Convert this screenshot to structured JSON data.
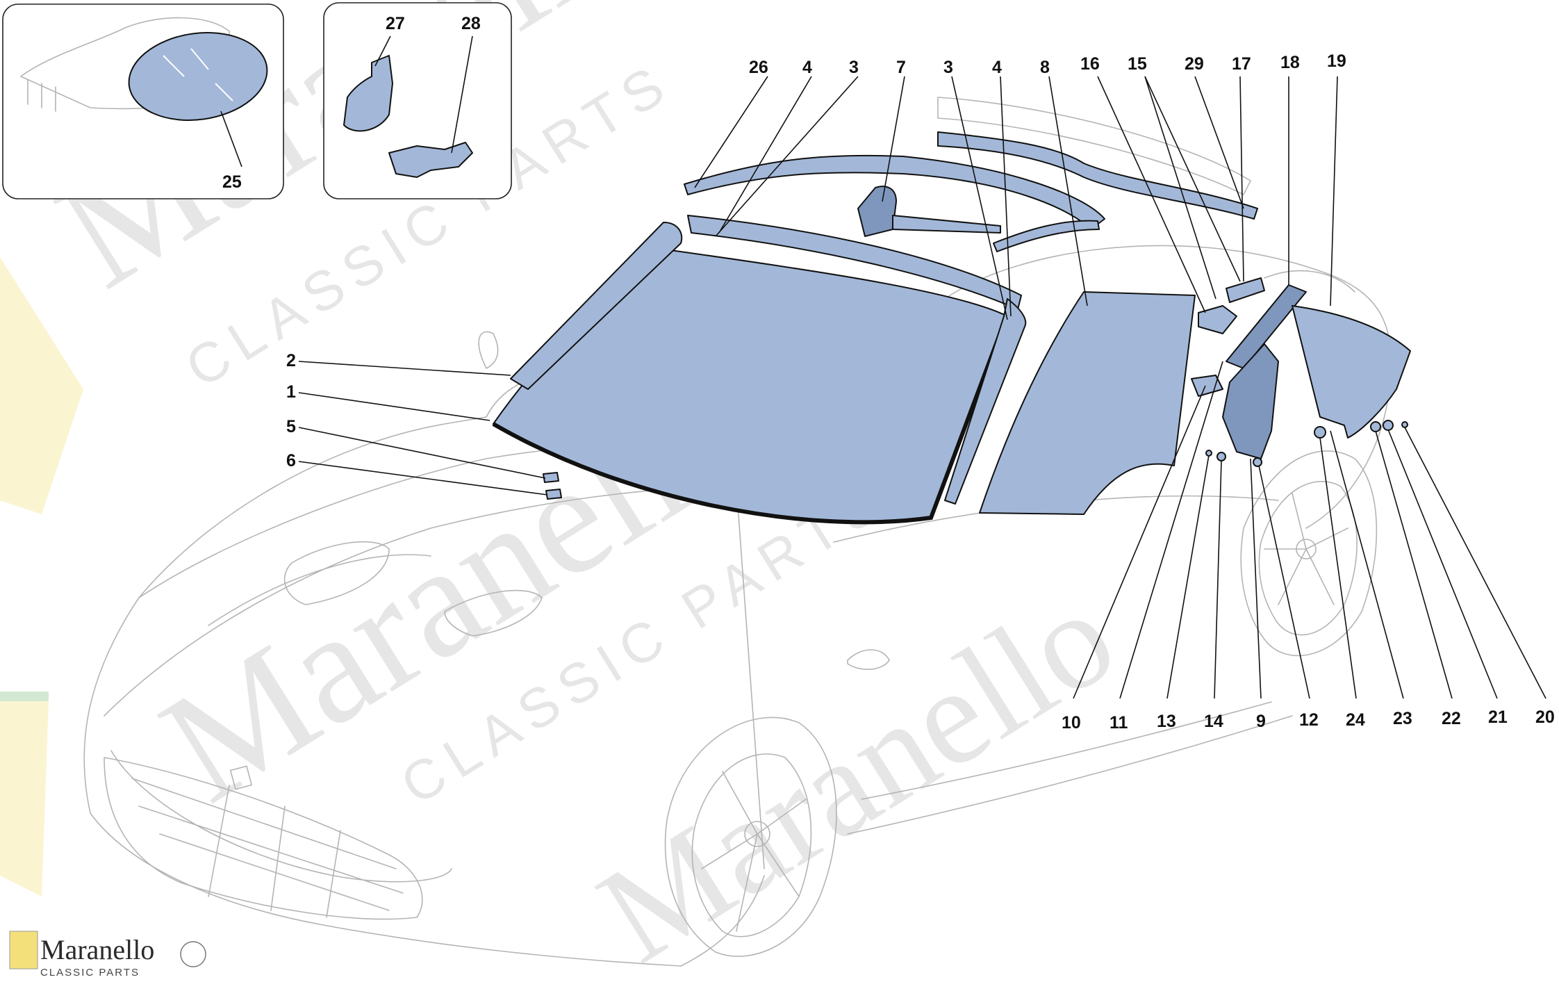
{
  "brand": {
    "logo_main": "Maranello",
    "logo_sub": "CLASSIC PARTS"
  },
  "watermark": {
    "word": "Maranello",
    "sub": "CLASSIC PARTS"
  },
  "colors": {
    "part_fill": "#a3b8d8",
    "outline": "#111111",
    "car_line": "#b4b4b4"
  },
  "callouts": {
    "c1": "1",
    "c2": "2",
    "c3a": "3",
    "c3b": "3",
    "c4a": "4",
    "c4b": "4",
    "c5": "5",
    "c6": "6",
    "c7": "7",
    "c8": "8",
    "c9": "9",
    "c10": "10",
    "c11": "11",
    "c12": "12",
    "c13": "13",
    "c14": "14",
    "c15": "15",
    "c16": "16",
    "c17": "17",
    "c18": "18",
    "c19": "19",
    "c20": "20",
    "c21": "21",
    "c22": "22",
    "c23": "23",
    "c24": "24",
    "c25": "25",
    "c26": "26",
    "c27": "27",
    "c28": "28",
    "c29": "29"
  }
}
